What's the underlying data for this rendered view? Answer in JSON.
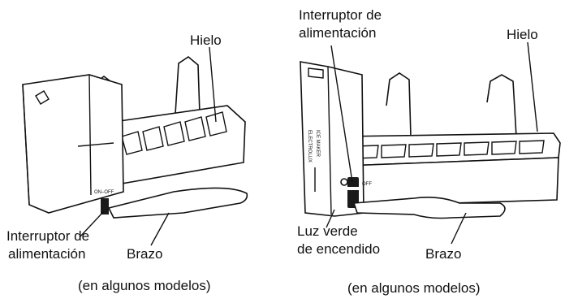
{
  "left": {
    "ice_label": "Hielo",
    "switch_label_line1": "Interruptor de",
    "switch_label_line2": "alimentación",
    "arm_label": "Brazo",
    "switch_marking": "ON–OFF",
    "caption": "(en algunos modelos)"
  },
  "right": {
    "switch_label_line1": "Interruptor de",
    "switch_label_line2": "alimentación",
    "ice_label": "Hielo",
    "light_label_line1": "Luz verde",
    "light_label_line2": "de encendido",
    "arm_label": "Brazo",
    "switch_marking": "OFF",
    "caption": "(en algunos modelos)"
  }
}
